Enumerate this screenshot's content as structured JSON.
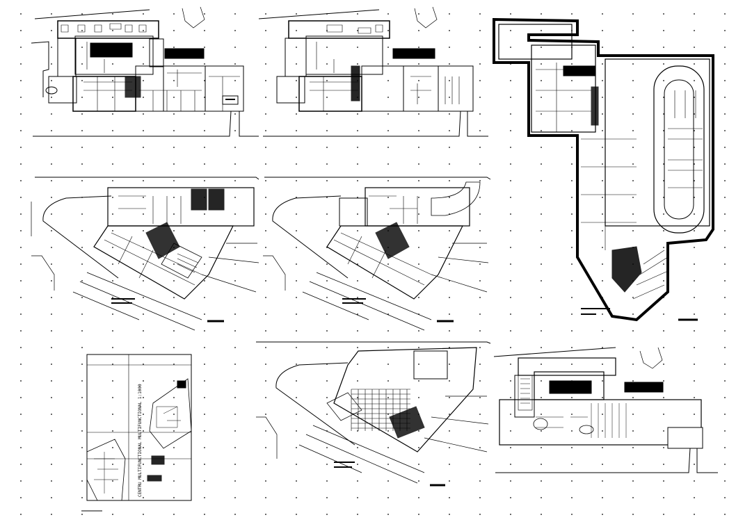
{
  "sheet": {
    "background": "#ffffff",
    "line_color": "#000000",
    "grid_dot_color": "#000000"
  },
  "panels": [
    {
      "id": "plan-ground-floor-north"
    },
    {
      "id": "plan-first-floor-north"
    },
    {
      "id": "plan-basement-parking"
    },
    {
      "id": "plan-ground-floor-south"
    },
    {
      "id": "plan-first-floor-south"
    },
    {
      "id": "site-plan-sheet"
    },
    {
      "id": "plan-roof-courtyard"
    },
    {
      "id": "plan-upper-floor-north"
    }
  ],
  "site_sheet": {
    "title": "CENTRU MULTIFUNCTIONAL MULTIFUNCTIONAL 1:1000"
  }
}
